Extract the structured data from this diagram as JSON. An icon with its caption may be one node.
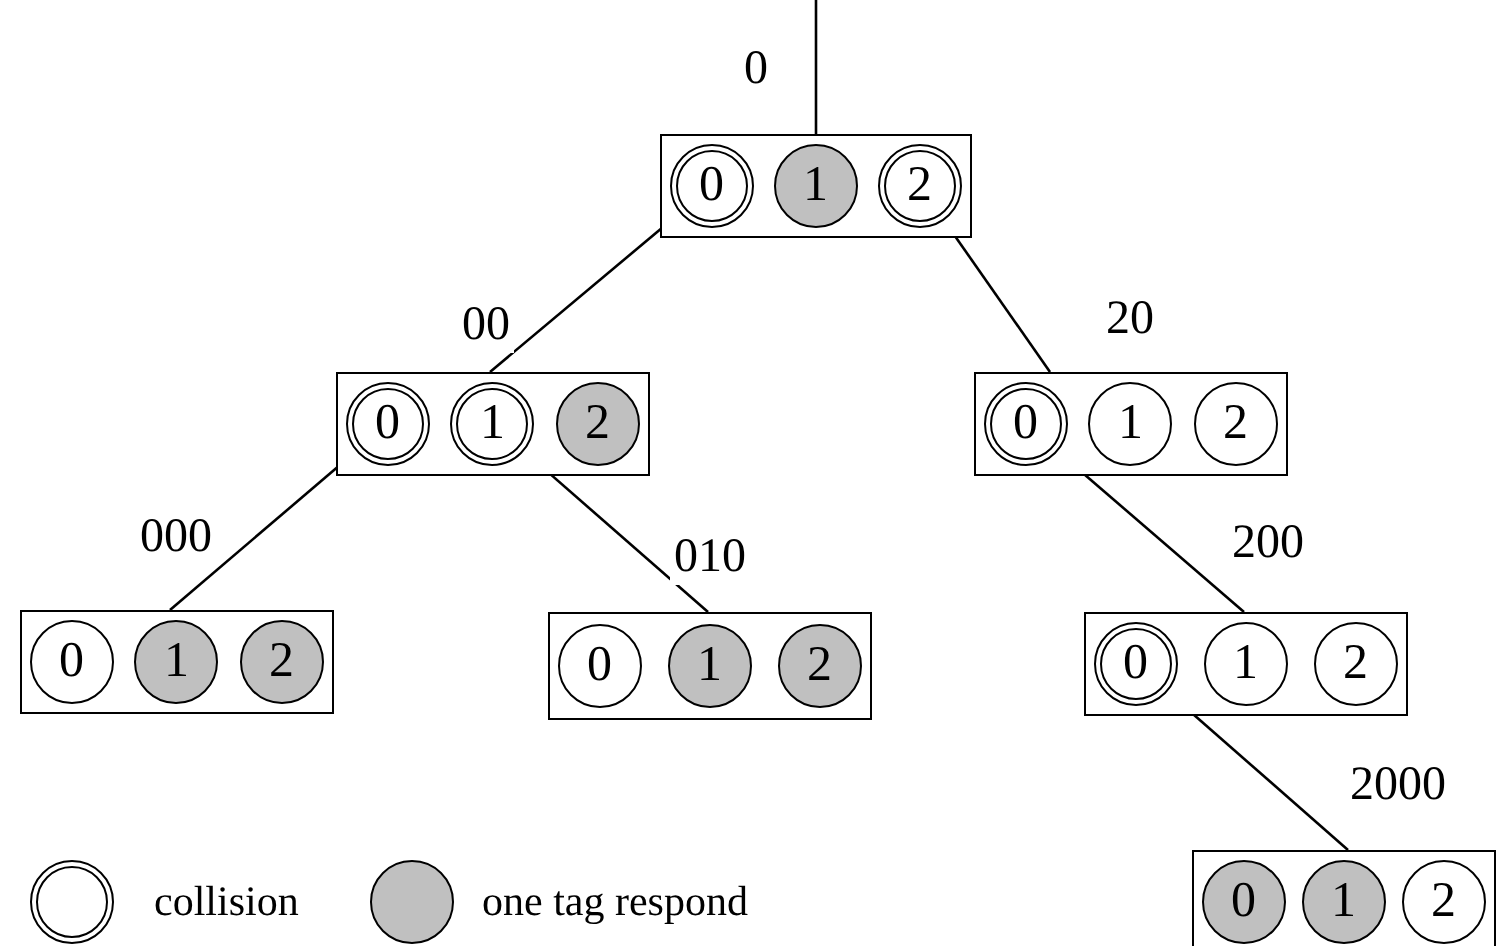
{
  "diagram": {
    "nodes": [
      {
        "text": [],
        "shape": "box"
      },
      {
        "text": [
          "0"
        ],
        "in": 0
      },
      {
        "text": [
          "1"
        ],
        "in": 0
      },
      {
        "text": [
          "2"
        ],
        "in": 0
      },
      {
        "text": [],
        "shape": "box"
      },
      {
        "text": [
          "0"
        ],
        "in": 4
      },
      {
        "text": [
          "1"
        ],
        "in": 4
      },
      {
        "text": [
          "2"
        ],
        "in": 4
      },
      {
        "text": [],
        "shape": "box"
      },
      {
        "text": [
          "0"
        ],
        "in": 8
      },
      {
        "text": [
          "1"
        ],
        "in": 8
      },
      {
        "text": [
          "2"
        ],
        "in": 8
      },
      {
        "text": [],
        "shape": "box"
      },
      {
        "text": [
          "0"
        ],
        "in": 12
      },
      {
        "text": [
          "1"
        ],
        "in": 12
      },
      {
        "text": [
          "2"
        ],
        "in": 12
      },
      {
        "text": [],
        "shape": "box"
      },
      {
        "text": [
          "0"
        ],
        "in": 16
      },
      {
        "text": [
          "1"
        ],
        "in": 16
      },
      {
        "text": [
          "2"
        ],
        "in": 16
      },
      {
        "text": [],
        "shape": "box"
      },
      {
        "text": [
          "0"
        ],
        "in": 20
      },
      {
        "text": [
          "1"
        ],
        "in": 20
      },
      {
        "text": [
          "2"
        ],
        "in": 20
      },
      {
        "text": [],
        "shape": "box"
      },
      {
        "text": [
          "0"
        ],
        "in": 24
      },
      {
        "text": [
          "1"
        ],
        "in": 24
      },
      {
        "text": [
          "2"
        ],
        "in": 24
      }
    ],
    "edges": [
      {
        "from": null,
        "to": 0,
        "arrow": "none",
        "label": "0"
      },
      {
        "from": 1,
        "to": 4,
        "arrow": "none",
        "label": "00"
      },
      {
        "from": 3,
        "to": 8,
        "arrow": "none",
        "label": "20"
      },
      {
        "from": 5,
        "to": 12,
        "arrow": "none",
        "label": "000"
      },
      {
        "from": 6,
        "to": 16,
        "arrow": "none",
        "label": "010"
      },
      {
        "from": 9,
        "to": 20,
        "arrow": "none",
        "label": "200"
      },
      {
        "from": 21,
        "to": 24,
        "arrow": "none",
        "label": "2000"
      }
    ],
    "legend": [
      {
        "text": "collision"
      },
      {
        "text": "one tag respond",
        "color": "#c0c0c0"
      }
    ]
  }
}
